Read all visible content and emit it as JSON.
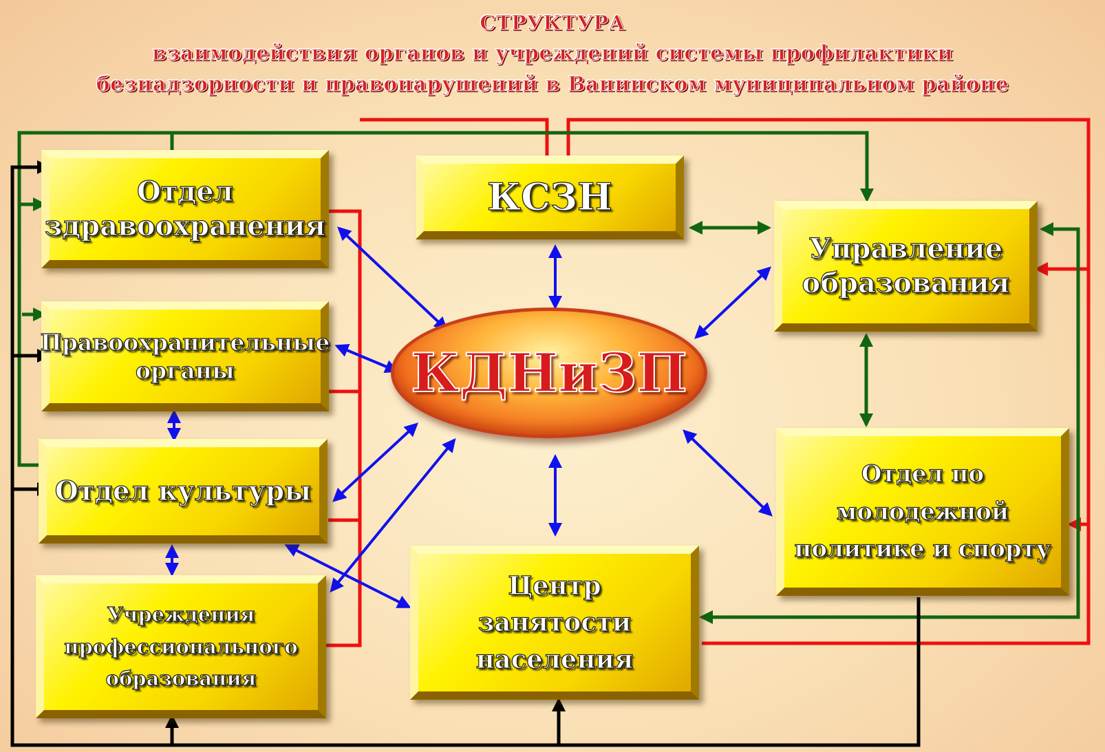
{
  "title": {
    "line1": "СТРУКТУРА",
    "line2": "взаимодействия органов и учреждений системы профилактики",
    "line3": "безнадзорности и правонарушений в Ванинском муниципальном районе"
  },
  "center": {
    "label": "КДНиЗП"
  },
  "boxes": {
    "health": {
      "line1": "Отдел",
      "line2": "здравоохранения"
    },
    "ksszn": {
      "label": "КСЗН"
    },
    "education": {
      "line1": "Управление",
      "line2": "образования"
    },
    "law": {
      "line1": "Правоохранительные",
      "line2": "органы"
    },
    "culture": {
      "label": "Отдел культуры"
    },
    "youth": {
      "line1": "Отдел по",
      "line2": "молодежной",
      "line3": "политике и спорту"
    },
    "prof_edu": {
      "line1": "Учреждения",
      "line2": "профессионального",
      "line3": "образования"
    },
    "employment": {
      "line1": "Центр",
      "line2": "занятости",
      "line3": "населения"
    }
  },
  "colors": {
    "blue_link": "#1010ee",
    "red_link": "#ee1010",
    "green_link": "#116611",
    "black_link": "#000000",
    "title": "#d42222",
    "box": "#fff200"
  }
}
